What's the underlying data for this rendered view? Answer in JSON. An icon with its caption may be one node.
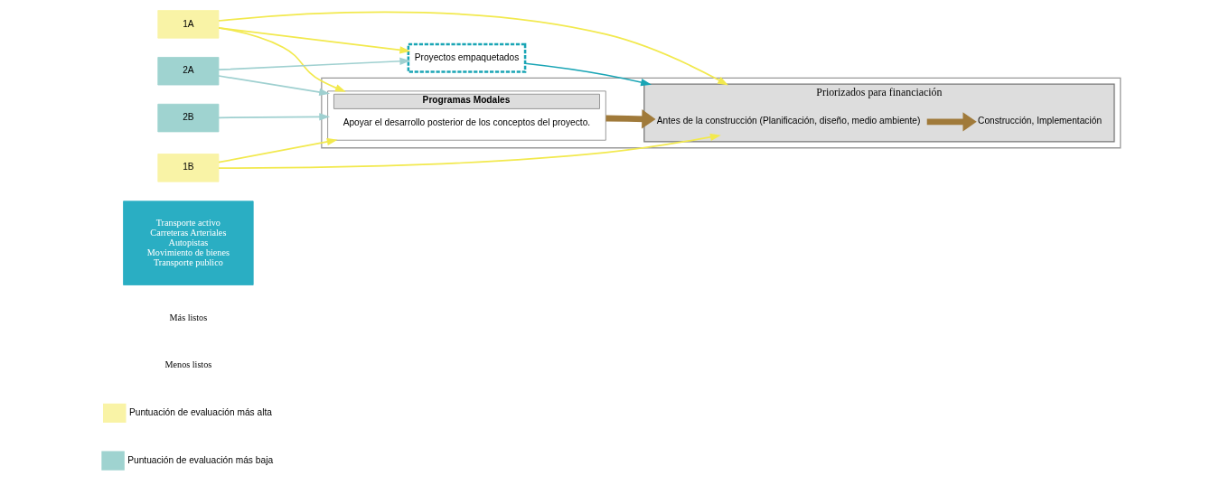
{
  "diagram": {
    "nodes": [
      {
        "text": [
          "Transporte activo",
          "Carreteras Arteriales",
          "Autopistas",
          "Movimiento de bienes",
          "Transporte publico"
        ]
      },
      {
        "text": [
          "1A"
        ]
      },
      {
        "text": [
          "2A"
        ]
      },
      {
        "text": [
          "2B"
        ]
      },
      {
        "text": [
          "1B"
        ]
      },
      {
        "text": [
          "Proyectos empaquetados"
        ]
      },
      {
        "text": [],
        "shape": "arrow"
      },
      {
        "text": [
          "Programas Modales",
          "Apoyar el desarrollo posterior de los conceptos del proyecto."
        ],
        "in": 6
      },
      {
        "text": [
          "Priorizados para financiación"
        ],
        "in": 6
      },
      {
        "text": [
          "Antes de la construcción (Planificación, diseño, medio ambiente)"
        ],
        "in": 8
      },
      {
        "text": [
          "Construcción, Implementación"
        ],
        "in": 8
      }
    ],
    "edges": [
      {
        "from": 1,
        "to": 7,
        "arrow": "to"
      },
      {
        "from": 1,
        "to": 5,
        "arrow": "to"
      },
      {
        "from": 1,
        "to": 8,
        "arrow": "to"
      },
      {
        "from": 2,
        "to": 7,
        "arrow": "to",
        "color": "#9fd0d0"
      },
      {
        "from": 2,
        "to": 5,
        "arrow": "to",
        "color": "#9fd0d0"
      },
      {
        "from": 5,
        "to": 8,
        "arrow": "to",
        "color": "#1aa5b5"
      },
      {
        "from": 3,
        "to": 7,
        "arrow": "to",
        "color": "#9fd0d0"
      },
      {
        "from": 4,
        "to": 7,
        "arrow": "to"
      },
      {
        "from": 4,
        "to": 9,
        "arrow": "to"
      },
      {
        "from": 7,
        "to": 9,
        "arrow": "to",
        "style": "thick",
        "color": "#a07a3a"
      },
      {
        "from": 9,
        "to": 10,
        "arrow": "to",
        "style": "thick",
        "color": "#a07a3a"
      }
    ],
    "labels": [
      "Más listos",
      "Menos listos"
    ],
    "legend": [
      {
        "text": "Puntuación de evaluación más alta",
        "color": "#f9f3a6"
      },
      {
        "text": "Puntuación de evaluación más baja",
        "color": "#9fd3d0"
      }
    ]
  }
}
